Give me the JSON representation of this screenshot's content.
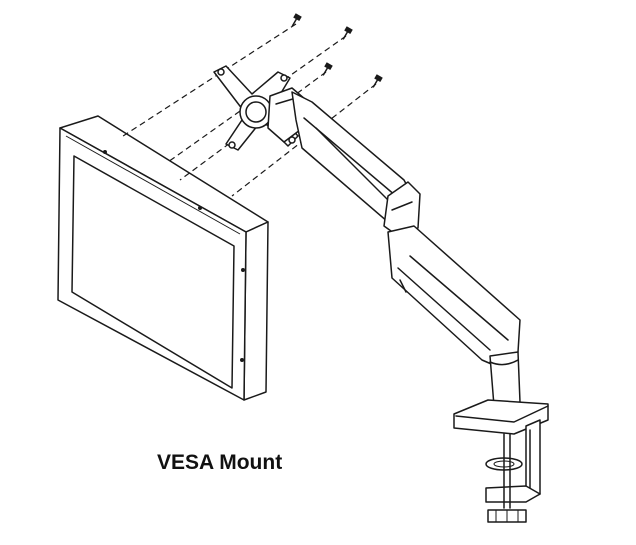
{
  "diagram": {
    "caption": "VESA Mount",
    "colors": {
      "line": "#1a1a1a",
      "background": "#ffffff"
    },
    "parts": [
      "monitor",
      "vesa-plate",
      "screws",
      "gas-spring-arm",
      "desk-clamp"
    ]
  }
}
